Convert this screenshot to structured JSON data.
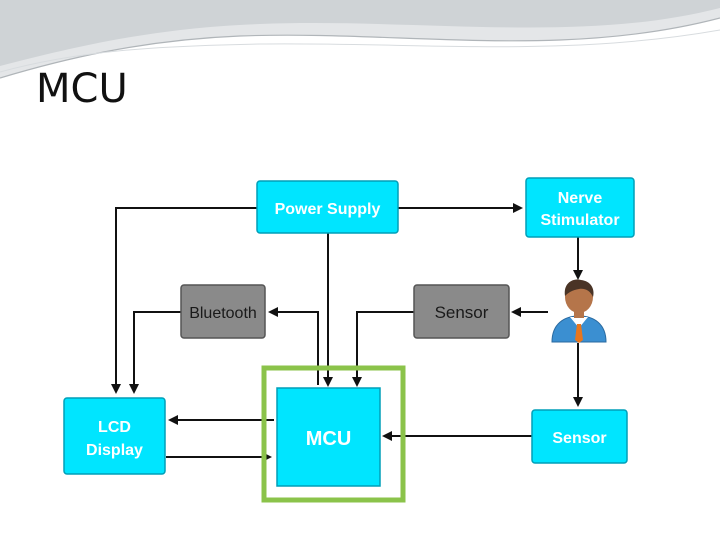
{
  "slide": {
    "title": "MCU"
  },
  "colors": {
    "cyan_box": "#00e5ff",
    "cyan_border": "#009fb8",
    "gray_box": "#8a8a8a",
    "gray_border": "#555555",
    "highlight": "#8bc34a",
    "arrow": "#111111"
  },
  "diagram": {
    "nodes": {
      "power_supply": {
        "lines": [
          "Power Supply"
        ]
      },
      "nerve_stimulator": {
        "lines": [
          "Nerve",
          "Stimulator"
        ]
      },
      "bluetooth": {
        "lines": [
          "Bluetooth"
        ]
      },
      "sensor_gray": {
        "lines": [
          "Sensor"
        ]
      },
      "lcd_display": {
        "lines": [
          "LCD",
          "Display"
        ]
      },
      "mcu": {
        "lines": [
          "MCU"
        ]
      },
      "sensor_cyan": {
        "lines": [
          "Sensor"
        ]
      }
    },
    "person_icon": "person-icon"
  }
}
